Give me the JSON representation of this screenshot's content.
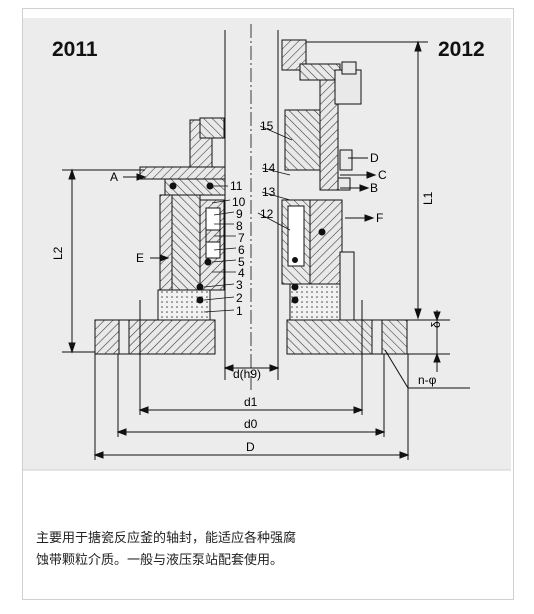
{
  "models": {
    "left": "2011",
    "right": "2012"
  },
  "part_numbers": [
    "1",
    "2",
    "3",
    "4",
    "5",
    "6",
    "7",
    "8",
    "9",
    "10",
    "11",
    "12",
    "13",
    "14",
    "15"
  ],
  "flow_labels": {
    "a": "A",
    "b": "B",
    "c": "C",
    "d": "D",
    "e": "E",
    "f": "F"
  },
  "dimensions": {
    "l1": "L1",
    "l2": "L2",
    "delta": "δ",
    "shaft": "d(h9)",
    "d1": "d1",
    "d0": "d0",
    "d": "D",
    "holes": "n-φ"
  },
  "caption": {
    "line1": "主要用于搪瓷反应釜的轴封，能适应各种强腐",
    "line2": "蚀带颗粒介质。一般与液压泵站配套使用。"
  },
  "colors": {
    "panel": "#ececec",
    "line": "#111111",
    "hatch": "#555555"
  }
}
